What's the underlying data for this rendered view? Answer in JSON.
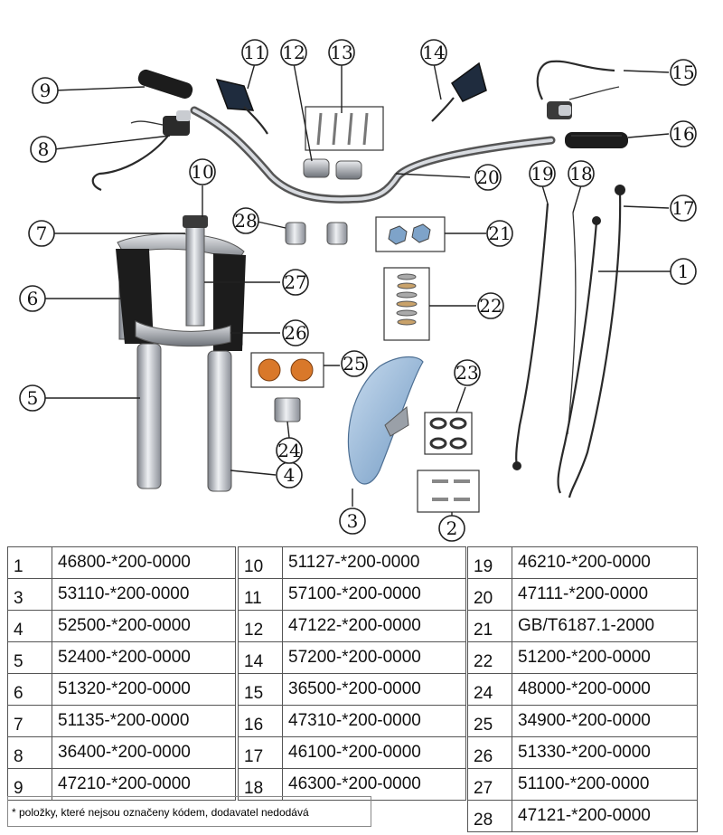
{
  "callouts": [
    "1",
    "2",
    "3",
    "4",
    "5",
    "6",
    "7",
    "8",
    "9",
    "10",
    "11",
    "12",
    "13",
    "14",
    "15",
    "16",
    "17",
    "18",
    "19",
    "20",
    "21",
    "22",
    "23",
    "24",
    "25",
    "26",
    "27",
    "28"
  ],
  "table": {
    "col1": [
      {
        "no": "1",
        "code": "46800-*200-0000"
      },
      {
        "no": "3",
        "code": "53110-*200-0000"
      },
      {
        "no": "4",
        "code": "52500-*200-0000"
      },
      {
        "no": "5",
        "code": "52400-*200-0000"
      },
      {
        "no": "6",
        "code": "51320-*200-0000"
      },
      {
        "no": "7",
        "code": "51135-*200-0000"
      },
      {
        "no": "8",
        "code": "36400-*200-0000"
      },
      {
        "no": "9",
        "code": "47210-*200-0000"
      }
    ],
    "col2": [
      {
        "no": "10",
        "code": "51127-*200-0000"
      },
      {
        "no": "11",
        "code": "57100-*200-0000"
      },
      {
        "no": "12",
        "code": "47122-*200-0000"
      },
      {
        "no": "14",
        "code": "57200-*200-0000"
      },
      {
        "no": "15",
        "code": "36500-*200-0000"
      },
      {
        "no": "16",
        "code": "47310-*200-0000"
      },
      {
        "no": "17",
        "code": "46100-*200-0000"
      },
      {
        "no": "18",
        "code": "46300-*200-0000"
      }
    ],
    "col3": [
      {
        "no": "19",
        "code": "46210-*200-0000"
      },
      {
        "no": "20",
        "code": "47111-*200-0000"
      },
      {
        "no": "21",
        "code": "GB/T6187.1-2000"
      },
      {
        "no": "22",
        "code": "51200-*200-0000"
      },
      {
        "no": "24",
        "code": "48000-*200-0000"
      },
      {
        "no": "25",
        "code": "34900-*200-0000"
      },
      {
        "no": "26",
        "code": "51330-*200-0000"
      },
      {
        "no": "27",
        "code": "51100-*200-0000"
      },
      {
        "no": "28",
        "code": "47121-*200-0000"
      }
    ]
  },
  "note": "* položky, které nejsou označeny kódem, dodavatel nedodává",
  "colors": {
    "chrome": "#b8bcc4",
    "black_part": "#1c1c1c",
    "fender": "#8fb3d6",
    "reflector": "#d9782a",
    "line": "#222222"
  }
}
